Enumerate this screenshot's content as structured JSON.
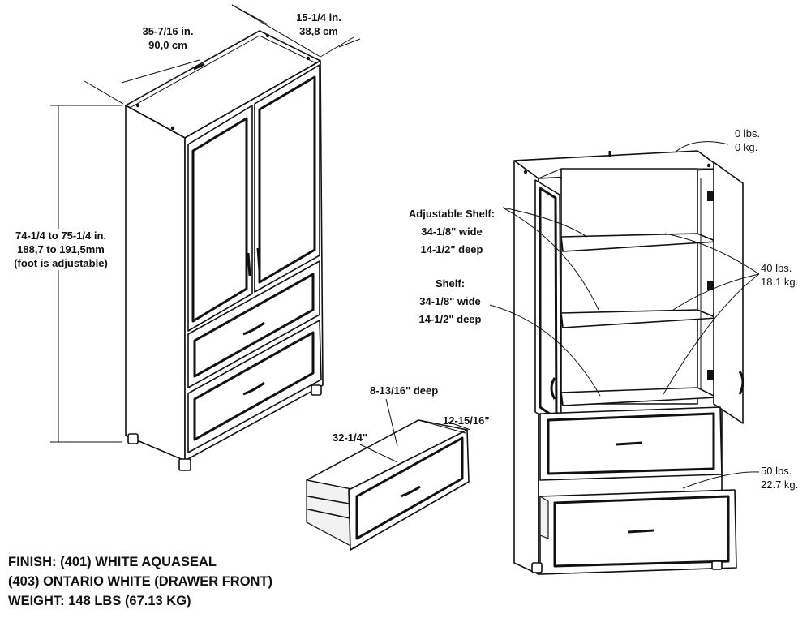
{
  "dimensions": {
    "width_in": "35-7/16 in.",
    "width_cm": "90,0 cm",
    "depth_in": "15-1/4 in.",
    "depth_cm": "38,8 cm",
    "height_in": "74-1/4 to 75-1/4 in.",
    "height_mm": "188,7 to 191,5mm",
    "height_note": "(foot is adjustable)"
  },
  "drawer": {
    "depth": "8-13/16\" deep",
    "width": "32-1/4\"",
    "height": "12-15/16\""
  },
  "shelves": {
    "adjustable_title": "Adjustable Shelf:",
    "adjustable_wide": "34-1/8\" wide",
    "adjustable_deep": "14-1/2\" deep",
    "fixed_title": "Shelf:",
    "fixed_wide": "34-1/8\" wide",
    "fixed_deep": "14-1/2\" deep"
  },
  "loads": {
    "top_lbs": "0 lbs.",
    "top_kg": "0 kg.",
    "shelf_lbs": "40 lbs.",
    "shelf_kg": "18.1 kg.",
    "drawer_lbs": "50 lbs.",
    "drawer_kg": "22.7 kg."
  },
  "specs": {
    "finish": "FINISH: (401) WHITE AQUASEAL",
    "drawer_front": "(403) ONTARIO WHITE (DRAWER FRONT)",
    "weight": "WEIGHT: 148 LBS (67.13 KG)"
  }
}
